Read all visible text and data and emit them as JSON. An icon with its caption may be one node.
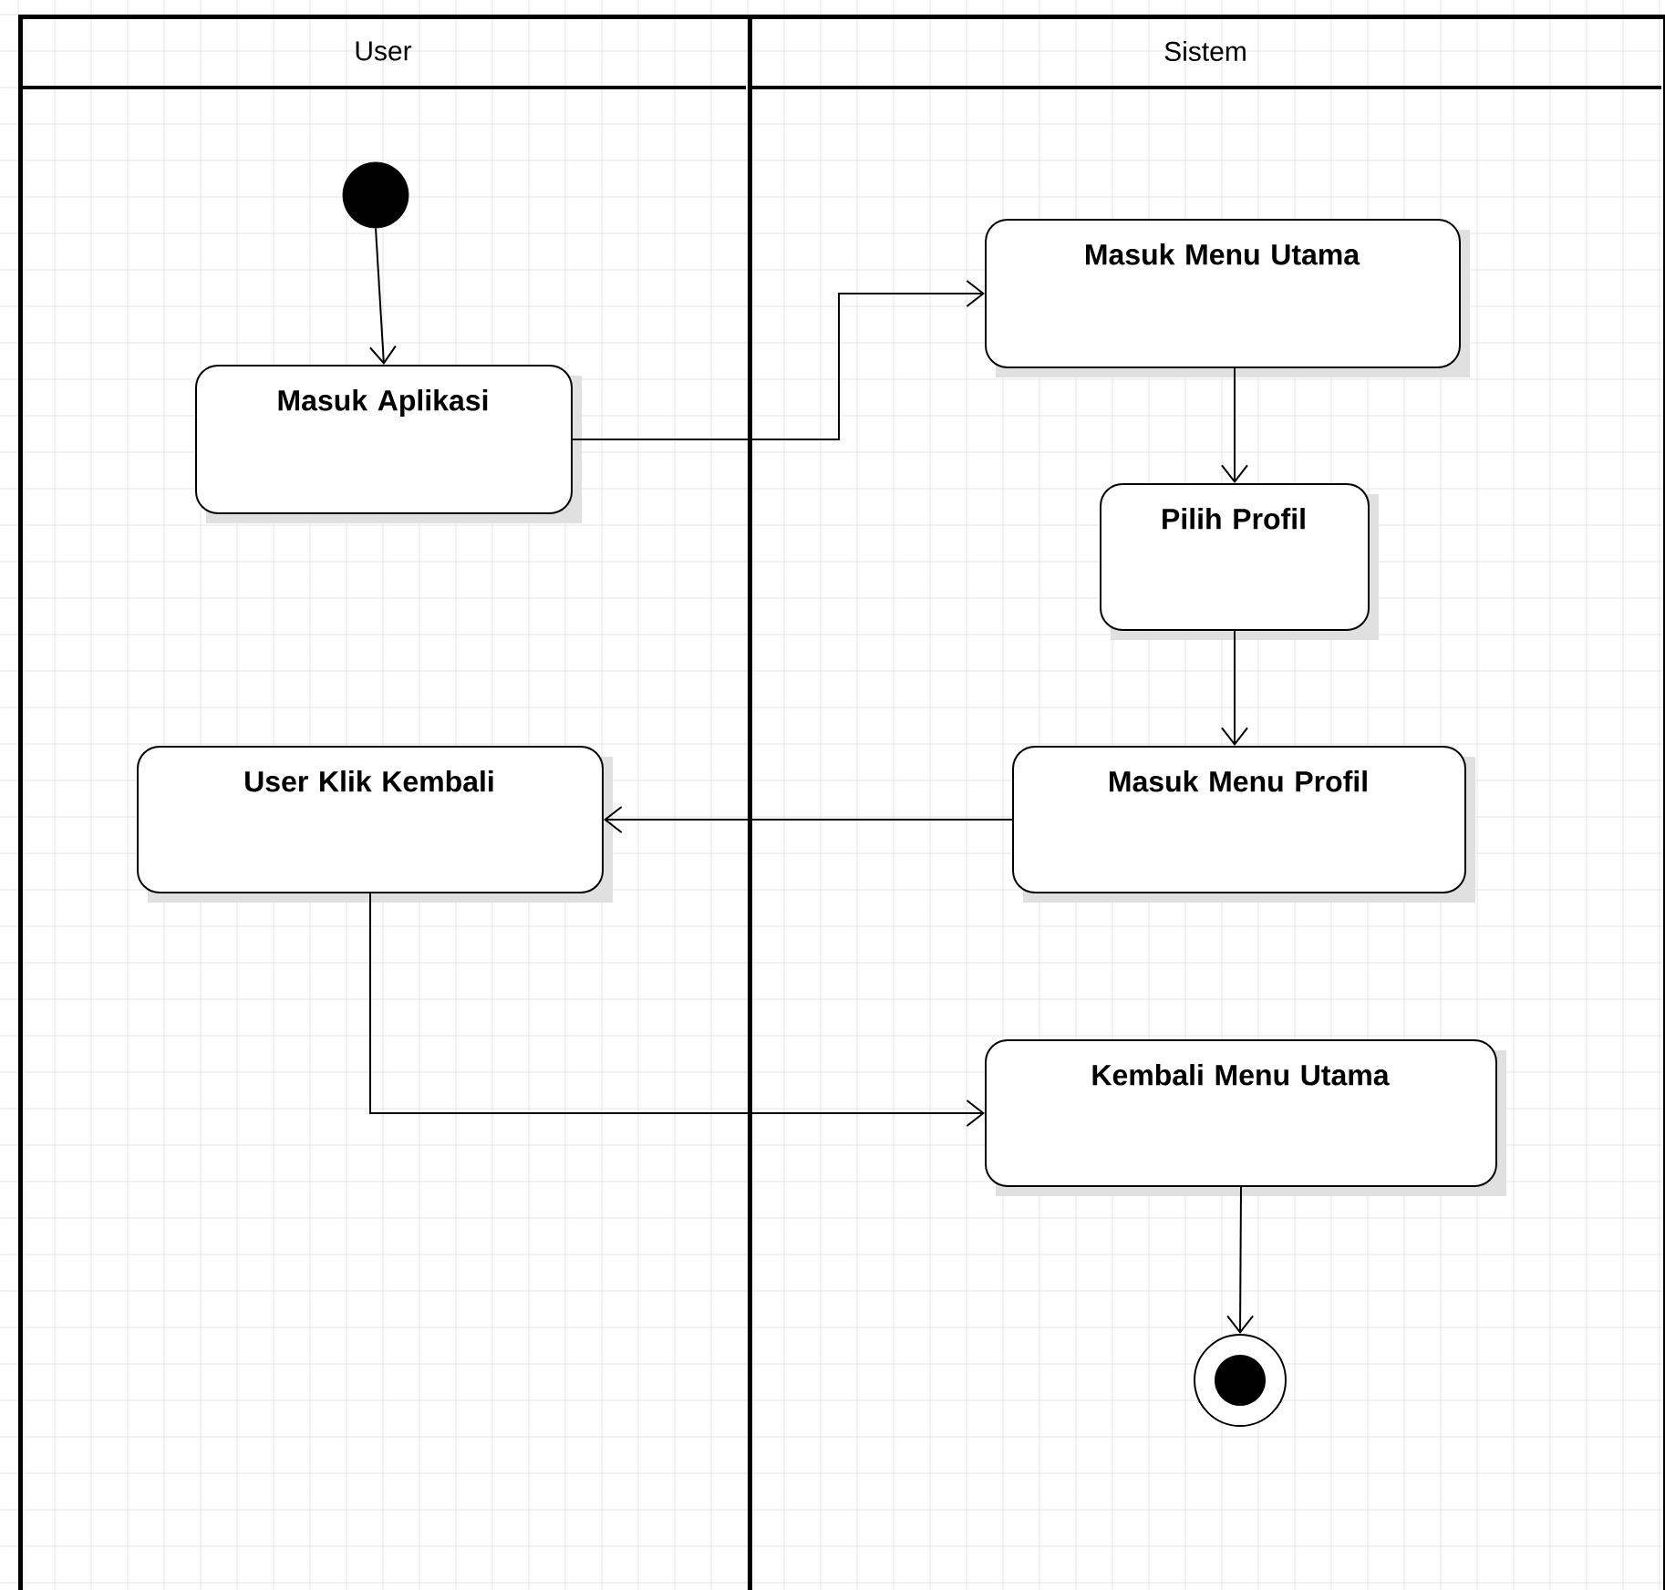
{
  "diagram": {
    "nodes": [
      {
        "text": [
          "User"
        ]
      },
      {
        "text": [
          "Sistem"
        ]
      },
      {
        "text": [],
        "shape": "circle",
        "in": 0
      },
      {
        "text": [
          "Masuk Aplikasi"
        ],
        "in": 0
      },
      {
        "text": [
          "Masuk Menu Utama"
        ],
        "in": 1
      },
      {
        "text": [
          "Pilih Profil"
        ],
        "in": 1
      },
      {
        "text": [
          "Masuk Menu Profil"
        ],
        "in": 1
      },
      {
        "text": [
          "User Klik Kembali"
        ],
        "in": 0
      },
      {
        "text": [
          "Kembali Menu Utama"
        ],
        "in": 1
      },
      {
        "text": [],
        "shape": "circle",
        "in": 1
      }
    ],
    "edges": [
      {
        "from": 2,
        "to": 3,
        "arrow": "to"
      },
      {
        "from": 3,
        "to": 4,
        "arrow": "to"
      },
      {
        "from": 4,
        "to": 5,
        "arrow": "to"
      },
      {
        "from": 5,
        "to": 6,
        "arrow": "to"
      },
      {
        "from": 6,
        "to": 7,
        "arrow": "to"
      },
      {
        "from": 7,
        "to": 8,
        "arrow": "to"
      },
      {
        "from": 8,
        "to": 9,
        "arrow": "to"
      }
    ]
  }
}
